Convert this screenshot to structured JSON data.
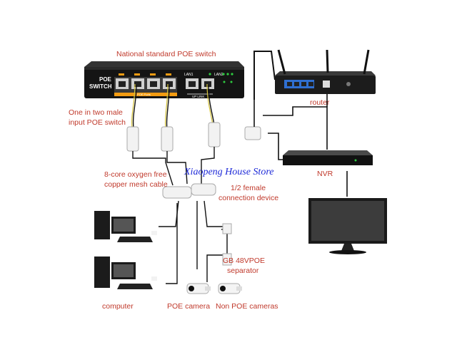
{
  "labels": {
    "poe_switch_title": "National standard POE switch",
    "switch_name_line1": "POE",
    "switch_name_line2": "SWITCH",
    "poe_ports": "POE  Ports",
    "up_link": "UP LINK",
    "lan1": "LAN1",
    "lan2": "LAN2",
    "one_in_two_line1": "One in two male",
    "one_in_two_line2": "input POE switch",
    "router": "router",
    "nvr": "NVR",
    "cable_line1": "8-core oxygen free",
    "cable_line2": "copper mesh cable",
    "female_line1": "1/2 female",
    "female_line2": "connection device",
    "separator_line1": "GB 48VPOE",
    "separator_line2": "separator",
    "computer": "computer",
    "poe_camera": "POE camera",
    "non_poe_cameras": "Non POE cameras"
  },
  "watermark": "Xiaopeng House Store",
  "colors": {
    "label_red": "#c0392b",
    "watermark_blue": "#1e2ad8",
    "port_orange": "#f39c12",
    "led_green": "#2ecc40"
  }
}
